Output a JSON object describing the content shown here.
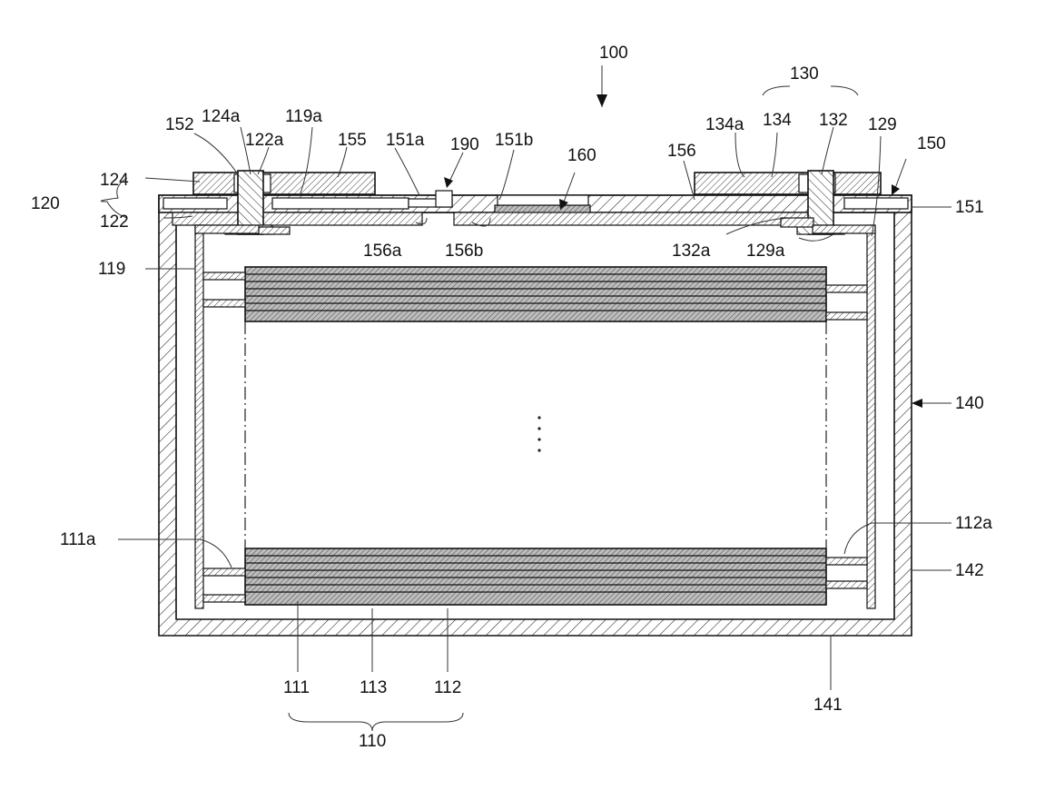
{
  "diagram": {
    "description_note": "",
    "labels": {
      "l100": "100",
      "l130": "130",
      "l152": "152",
      "l124a": "124a",
      "l119a": "119a",
      "l122a": "122a",
      "l155": "155",
      "l151a": "151a",
      "l190": "190",
      "l151b": "151b",
      "l160": "160",
      "l156": "156",
      "l134a": "134a",
      "l134": "134",
      "l132": "132",
      "l129": "129",
      "l150": "150",
      "l120": "120",
      "l124": "124",
      "l122": "122",
      "l151": "151",
      "l156a": "156a",
      "l156b": "156b",
      "l132a": "132a",
      "l129a": "129a",
      "l119": "119",
      "l140": "140",
      "l111a": "111a",
      "l112a": "112a",
      "l142": "142",
      "l111": "111",
      "l113": "113",
      "l112": "112",
      "l141": "141",
      "l110": "110"
    }
  }
}
